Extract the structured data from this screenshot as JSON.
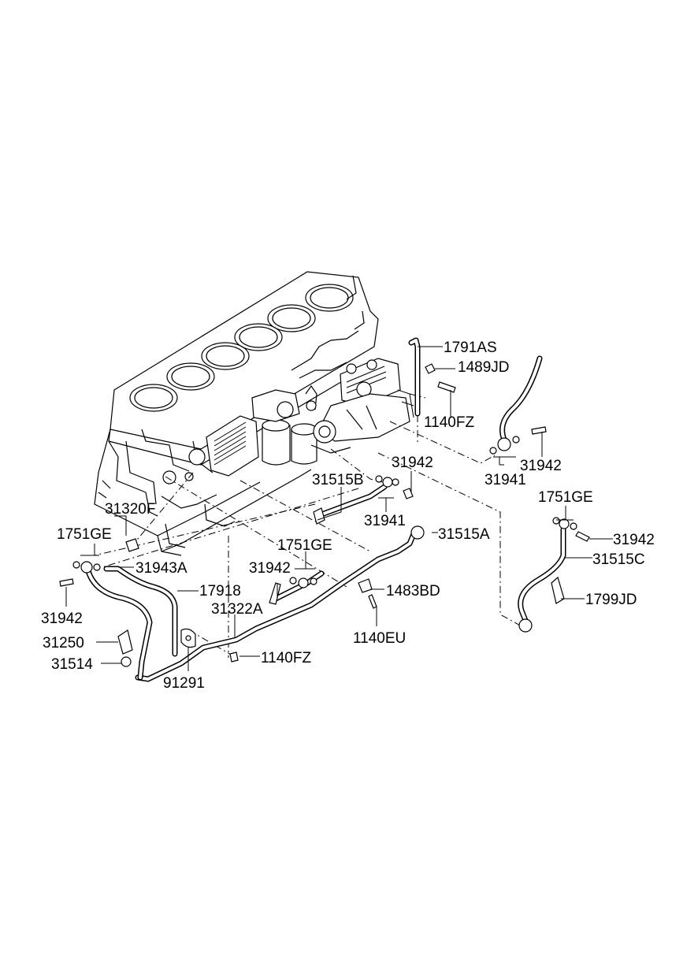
{
  "labels": {
    "l_1791AS": "1791AS",
    "l_1489JD": "1489JD",
    "l_1140FZ_top": "1140FZ",
    "l_31942_right_top": "31942",
    "l_31941_right": "31941",
    "l_31942_center": "31942",
    "l_31515B": "31515B",
    "l_31941_center": "31941",
    "l_1751GE_right": "1751GE",
    "l_31942_far_right": "31942",
    "l_31515C": "31515C",
    "l_1799JD": "1799JD",
    "l_31320F": "31320F",
    "l_1751GE_left": "1751GE",
    "l_31943A": "31943A",
    "l_31942_left": "31942",
    "l_17918": "17918",
    "l_31322A": "31322A",
    "l_1751GE_center": "1751GE",
    "l_31942_mid": "31942",
    "l_31515A": "31515A",
    "l_1483BD": "1483BD",
    "l_1140EU": "1140EU",
    "l_31250": "31250",
    "l_31514": "31514",
    "l_91291": "91291",
    "l_1140FZ_bottom": "1140FZ"
  }
}
